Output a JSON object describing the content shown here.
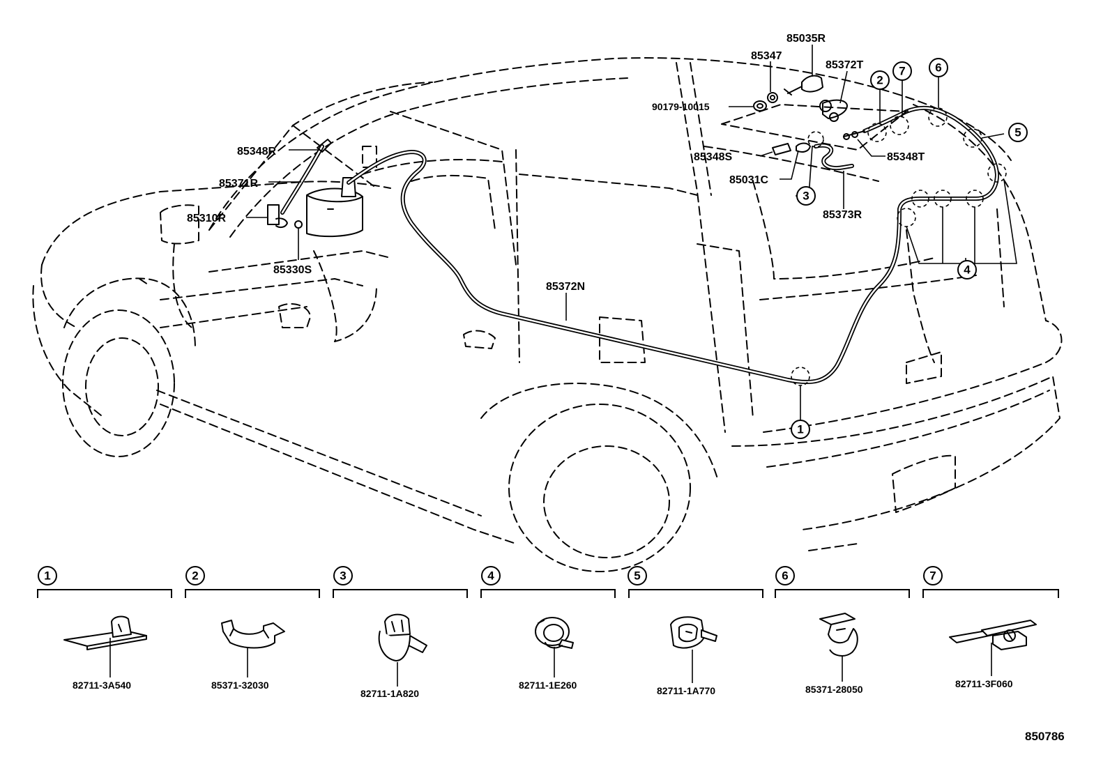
{
  "figure_number": "850786",
  "part_labels": {
    "p85035R": "85035R",
    "p85347": "85347",
    "p85372T": "85372T",
    "p90179": "90179-10015",
    "p85348S": "85348S",
    "p85348T": "85348T",
    "p85031C": "85031C",
    "p85373R": "85373R",
    "p85348R": "85348R",
    "p85371R": "85371R",
    "p85310R": "85310R",
    "p85330S": "85330S",
    "p85372N": "85372N"
  },
  "callouts": {
    "c1": "1",
    "c2": "2",
    "c3": "3",
    "c4": "4",
    "c5": "5",
    "c6": "6",
    "c7": "7"
  },
  "clamp_details": [
    {
      "callout": "1",
      "part_number": "82711-3A540",
      "icon": "flat-clip-icon"
    },
    {
      "callout": "2",
      "part_number": "85371-32030",
      "icon": "saddle-clip-icon"
    },
    {
      "callout": "3",
      "part_number": "82711-1A820",
      "icon": "band-clamp-icon"
    },
    {
      "callout": "4",
      "part_number": "82711-1E260",
      "icon": "ring-clamp-icon"
    },
    {
      "callout": "5",
      "part_number": "82711-1A770",
      "icon": "grommet-clamp-icon"
    },
    {
      "callout": "6",
      "part_number": "85371-28050",
      "icon": "hook-clamp-icon"
    },
    {
      "callout": "7",
      "part_number": "82711-3F060",
      "icon": "base-clip-icon"
    }
  ]
}
